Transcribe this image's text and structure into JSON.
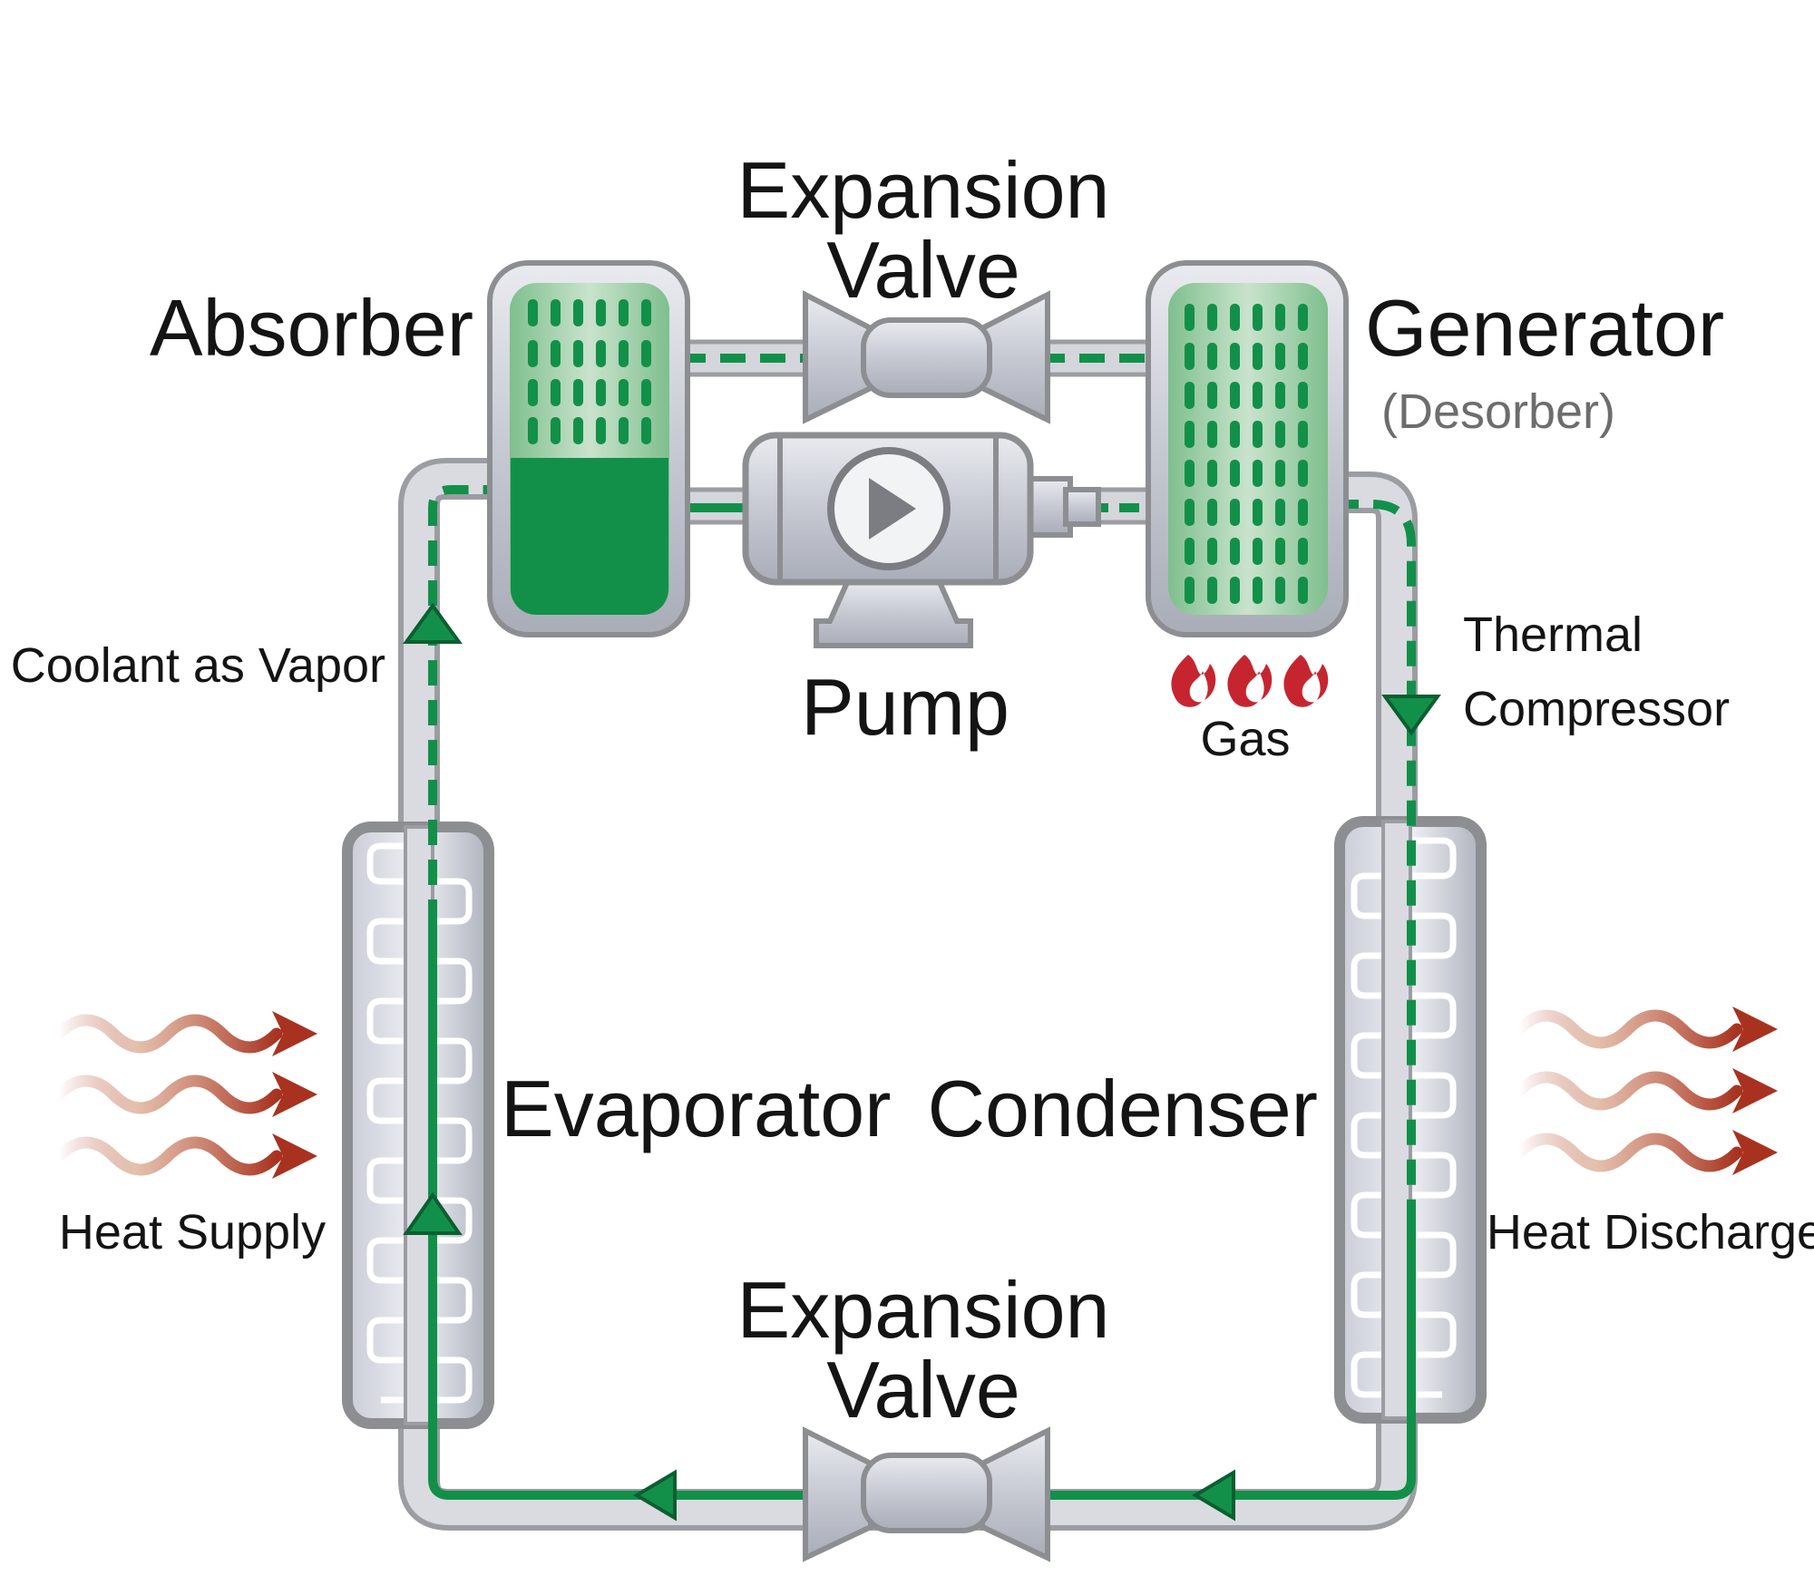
{
  "labels": {
    "expansion_valve_top_line1": "Expansion",
    "expansion_valve_top_line2": "Valve",
    "absorber": "Absorber",
    "generator": "Generator",
    "desorber": "(Desorber)",
    "pump": "Pump",
    "gas": "Gas",
    "thermal_line1": "Thermal",
    "thermal_line2": "Compressor",
    "coolant": "Coolant as Vapor",
    "evaporator": "Evaporator",
    "condenser": "Condenser",
    "heat_supply": "Heat Supply",
    "heat_discharge": "Heat Discharge",
    "expansion_valve_bottom_line1": "Expansion",
    "expansion_valve_bottom_line2": "Valve"
  },
  "colors": {
    "coolant_green": "#12904a",
    "pipe_fill": "#d4d6db",
    "pipe_stroke": "#9b9da2",
    "vessel_stroke": "#8c8e92",
    "heat_arrow": "#b0402c",
    "flame": "#c62530",
    "desorber_text": "#6d6d6d"
  },
  "icons": [
    "play-icon",
    "flame-icon",
    "heat-wave-arrow-icon",
    "flow-arrow-icon"
  ]
}
